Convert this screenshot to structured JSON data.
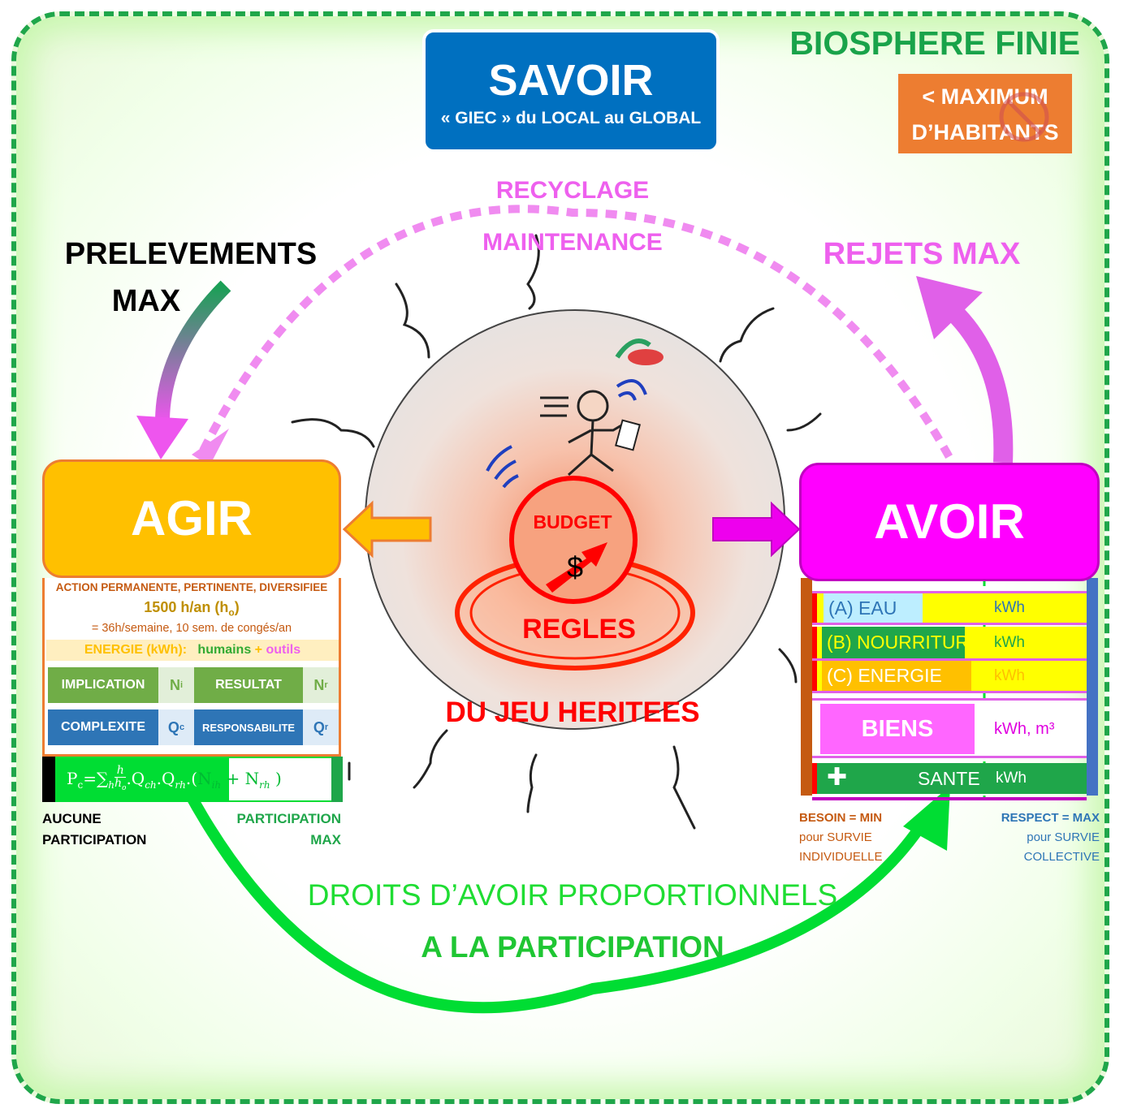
{
  "savoir": {
    "title": "SAVOIR",
    "subtitle": "« GIEC » du LOCAL au GLOBAL"
  },
  "biosphere": {
    "title": "BIOSPHERE FINIE",
    "limit_line1": "<  MAXIMUM",
    "limit_line2": "D’HABITANTS"
  },
  "flows": {
    "recyclage": "RECYCLAGE",
    "maintenance": "MAINTENANCE",
    "prelevements": "PRELEVEMENTS",
    "prelevements_max": "MAX",
    "rejets": "REJETS MAX"
  },
  "centre": {
    "budget": "BUDGET",
    "dollar": "$",
    "regles": "REGLES",
    "du_jeu": "DU JEU HERITEES"
  },
  "agir": {
    "title": "AGIR",
    "action": "ACTION PERMANENTE, PERTINENTE, DIVERSIFIEE",
    "hours": "1500 h/an (h",
    "hours_sub": "o",
    "hours_end": ")",
    "week": "= 36h/semaine, 10 sem. de congés/an",
    "energie": "ENERGIE (kWh):",
    "humains": "humains",
    "plus": "+",
    "outils": "outils",
    "implication": "IMPLICATION",
    "ni": "N",
    "ni_sub": "i",
    "resultat": "RESULTAT",
    "nr": "N",
    "nr_sub": "r",
    "complexite": "COMPLEXITE",
    "qc": "Q",
    "qc_sub": "c",
    "responsabilite": "RESPONSABILITE",
    "qr": "Q",
    "qr_sub": "r",
    "formula_lhs": "P",
    "formula_lhs_sub": "c",
    "formula_eq": "=∑",
    "formula_h": "h",
    "formula_frac_num": "h",
    "formula_frac_den": "h",
    "formula_frac_den_sub": "o",
    "formula_qc": ".Q",
    "formula_qc_sub": "ch",
    "formula_qr": ".Q",
    "formula_qr_sub": "rh",
    "formula_dot": ".(",
    "formula_n1": "N",
    "formula_n1_sub": "ih",
    "formula_plus": "+ N",
    "formula_n2_sub": "rh",
    "formula_end": ")",
    "aucune_line1": "AUCUNE",
    "aucune_line2": "PARTICIPATION",
    "partmax_line1": "PARTICIPATION",
    "partmax_line2": "MAX"
  },
  "avoir": {
    "title": "AVOIR",
    "eau": "(A) EAU",
    "eau_unit": "kWh",
    "nourriture": "(B) NOURRITURE",
    "nourriture_unit": "kWh",
    "energie": "(C) ENERGIE",
    "energie_unit": "kWh",
    "biens": "BIENS",
    "biens_unit": "kWh, m³",
    "sante": "SANTE",
    "sante_unit": "kWh",
    "besoin_a": "BESOIN = MIN",
    "besoin_b": "pour SURVIE",
    "besoin_c": "INDIVIDUELLE",
    "respect_a": "RESPECT",
    "respect_b": "= MAX",
    "respect_c": "pour  SURVIE",
    "respect_d": "COLLECTIVE"
  },
  "droits": {
    "line1": "DROITS D’AVOIR PROPORTIONNELS",
    "line2": "A LA PARTICIPATION"
  },
  "colors": {
    "frame_green": "#1fa64a",
    "savoir_blue": "#0070c0",
    "agir_orange": "#ffc000",
    "avoir_magenta": "#ff00ff",
    "regles_red": "#ff0000",
    "participation_green": "#00cc33",
    "rejets_pink": "#ee60ee"
  }
}
